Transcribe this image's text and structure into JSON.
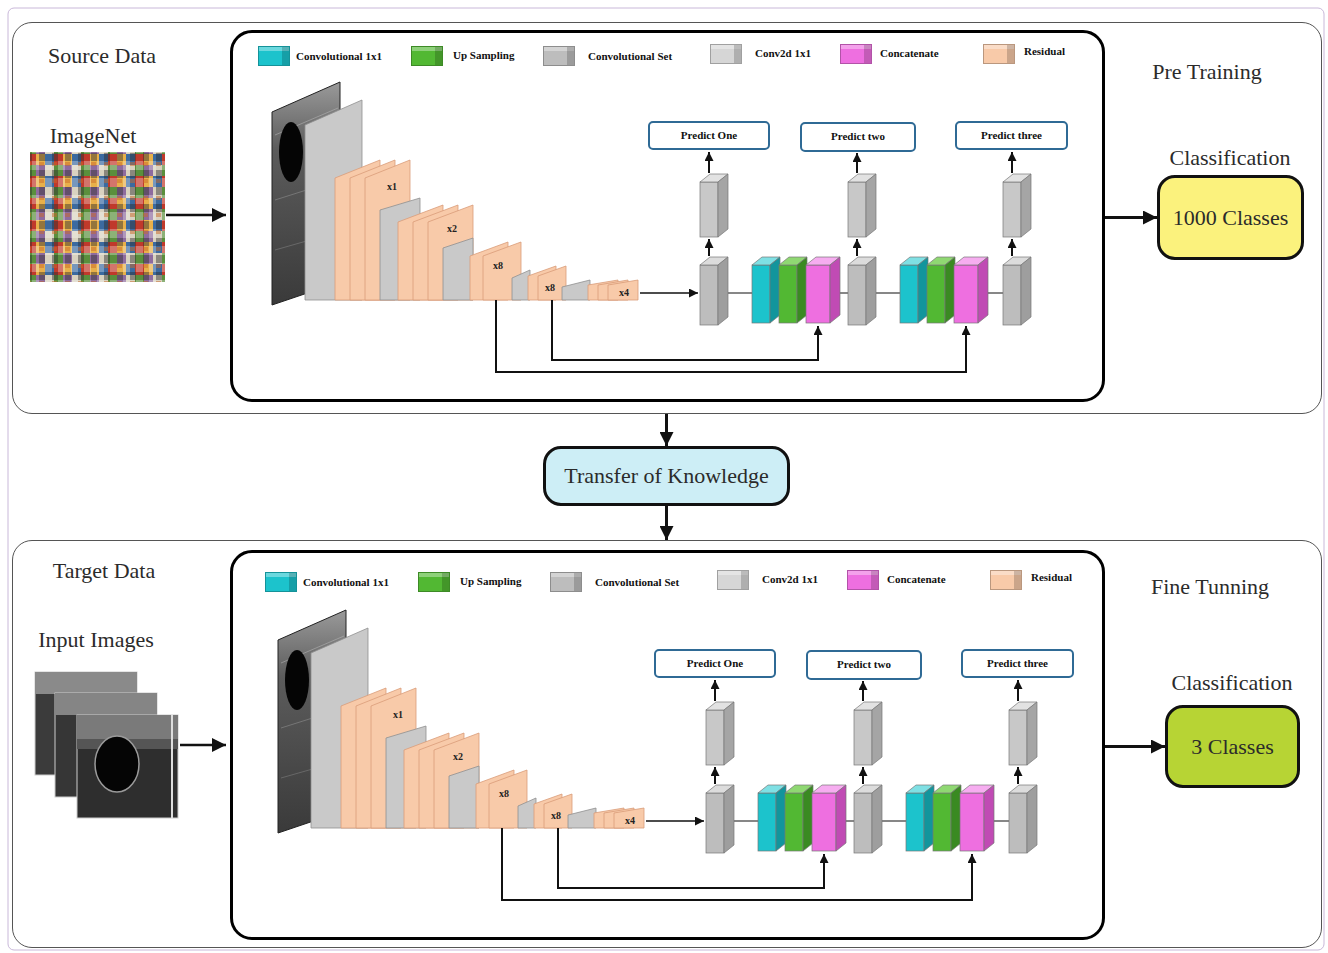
{
  "diagram": {
    "nodes": [
      {
        "text": [
          "Source Data",
          "ImageNet",
          "Pre Training"
        ]
      },
      {
        "text": [
          "x1",
          "x2",
          "x8",
          "x8",
          "x4"
        ],
        "in": 0
      },
      {
        "text": [
          "Predict One"
        ],
        "in": 1
      },
      {
        "text": [
          "Predict two"
        ],
        "in": 1
      },
      {
        "text": [
          "Predict three"
        ],
        "in": 1
      },
      {
        "text": [
          "Classification",
          "1000 Classes"
        ],
        "in": 0
      },
      {
        "text": [
          "Transfer of Knowledge"
        ]
      },
      {
        "text": [
          "Target Data",
          "Input Images",
          "Fine Tunning"
        ]
      },
      {
        "text": [
          "x1",
          "x2",
          "x8",
          "x8",
          "x4"
        ],
        "in": 7
      },
      {
        "text": [
          "Predict One"
        ],
        "in": 8
      },
      {
        "text": [
          "Predict two"
        ],
        "in": 8
      },
      {
        "text": [
          "Predict three"
        ],
        "in": 8
      },
      {
        "text": [
          "Classification",
          "3 Classes"
        ],
        "in": 7
      }
    ],
    "edges": [
      {
        "from": 1,
        "to": 5,
        "arrow": "to"
      },
      {
        "from": 0,
        "to": 6,
        "arrow": "to"
      },
      {
        "from": 6,
        "to": 7,
        "arrow": "to"
      },
      {
        "from": 8,
        "to": 12,
        "arrow": "to"
      }
    ],
    "legend": [
      {
        "text": "Convolutional 1x1",
        "color": "#1cc3cc"
      },
      {
        "text": "Up Sampling",
        "color": "#52b833"
      },
      {
        "text": "Convolutional Set",
        "color": "#bdbdbd"
      },
      {
        "text": "Conv2d 1x1",
        "color": "#d6d6d6"
      },
      {
        "text": "Concatenate",
        "color": "#ee6fe0"
      },
      {
        "text": "Residual",
        "color": "#f8caa9"
      },
      {
        "text": "Convolutional 1x1",
        "color": "#1cc3cc"
      },
      {
        "text": "Up Sampling",
        "color": "#52b833"
      },
      {
        "text": "Convolutional Set",
        "color": "#bdbdbd"
      },
      {
        "text": "Conv2d 1x1",
        "color": "#d6d6d6"
      },
      {
        "text": "Concatenate",
        "color": "#ee6fe0"
      },
      {
        "text": "Residual",
        "color": "#f8caa9"
      }
    ]
  }
}
